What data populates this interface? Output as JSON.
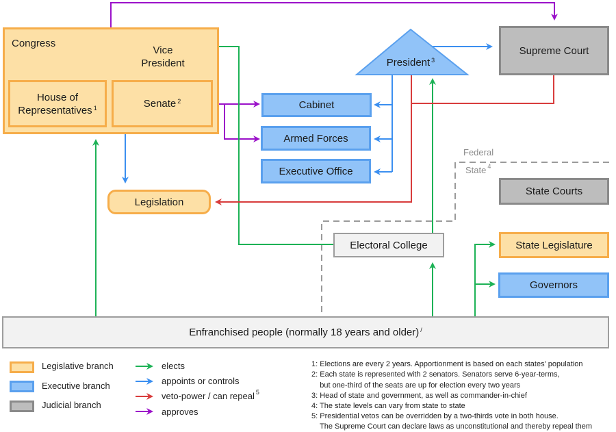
{
  "diagram": {
    "congress": {
      "label": "Congress"
    },
    "vice_president": {
      "line1": "Vice",
      "line2": "President"
    },
    "house": {
      "line1": "House of",
      "line2": "Representatives",
      "note": "1"
    },
    "senate": {
      "label": "Senate",
      "note": "2"
    },
    "president": {
      "label": "President",
      "note": "3"
    },
    "supreme_court": {
      "label": "Supreme Court"
    },
    "cabinet": {
      "label": "Cabinet"
    },
    "armed_forces": {
      "label": "Armed Forces"
    },
    "executive_office": {
      "label": "Executive Office"
    },
    "legislation": {
      "label": "Legislation"
    },
    "federal_label": "Federal",
    "state_label": "State",
    "state_note": "4",
    "state_courts": {
      "label": "State Courts"
    },
    "electoral_college": {
      "label": "Electoral College"
    },
    "state_legislature": {
      "label": "State Legislature"
    },
    "governors": {
      "label": "Governors"
    },
    "people": {
      "label": "Enfranchised people (normally 18 years and older)",
      "note": "/"
    }
  },
  "colors": {
    "legislative": "#fde0a6",
    "executive": "#91c3f8",
    "judicial": "#bdbdbd",
    "elects": "#1db256",
    "appoints": "#3b8ff0",
    "veto": "#d83c3c",
    "approves": "#9b11c9"
  },
  "legend": {
    "branches": [
      {
        "label": "Legislative branch",
        "kind": "legislative"
      },
      {
        "label": "Executive branch",
        "kind": "executive"
      },
      {
        "label": "Judicial branch",
        "kind": "judicial"
      }
    ],
    "arrows": [
      {
        "label": "elects",
        "kind": "elects"
      },
      {
        "label": "appoints or controls",
        "kind": "appoints"
      },
      {
        "label": "veto-power / can repeal",
        "kind": "veto",
        "note": "5"
      },
      {
        "label": "approves",
        "kind": "approves"
      }
    ]
  },
  "notes": [
    "1: Elections are every 2 years. Apportionment is based on each states' population",
    "2: Each state is represented with 2 senators. Senators serve 6-year-terms,",
    "    but one-third of the seats are up for election every two years",
    "3: Head of state and government, as well as commander-in-chief",
    "4: The state levels can vary from state to state",
    "5: Presidential vetos can be overridden by a two-thirds vote in both house.",
    "    The Supreme Court can declare laws as unconstitutional and thereby repeal them"
  ]
}
